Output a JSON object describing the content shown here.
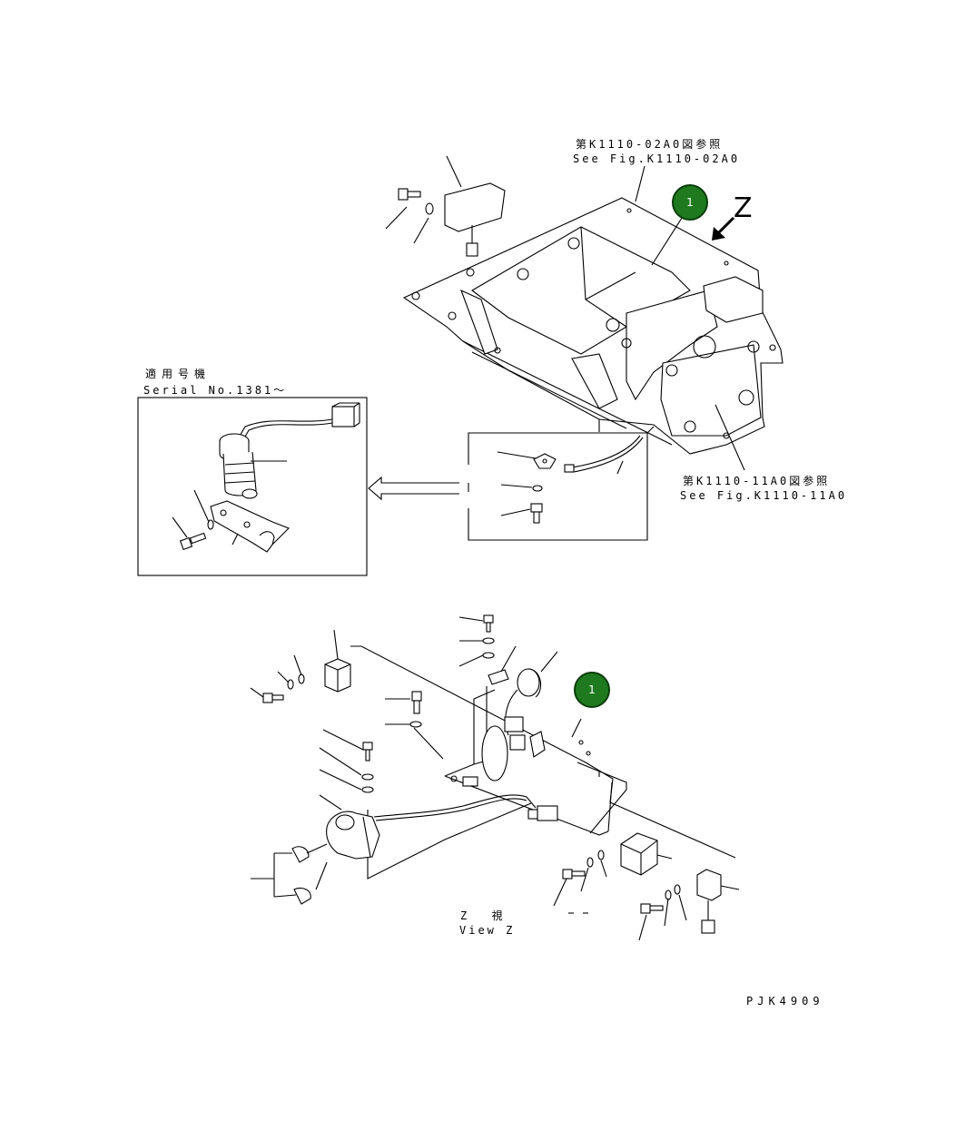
{
  "references": {
    "top": {
      "line1": "第K1110-02A0図参照",
      "line2": "See Fig.K1110-02A0"
    },
    "right": {
      "line1": "第K1110-11A0図参照",
      "line2": "See Fig.K1110-11A0"
    }
  },
  "serial": {
    "line1": "適用号機",
    "line2": "Serial No.1381～"
  },
  "view_z": {
    "line1": "Z 視",
    "line2": "View Z"
  },
  "z_letter": "Z",
  "badges": {
    "top": "1",
    "bottom": "1"
  },
  "drawing_code": "PJK4909",
  "colors": {
    "badge": "#1f7a1f",
    "line": "#000000",
    "background": "#ffffff"
  }
}
